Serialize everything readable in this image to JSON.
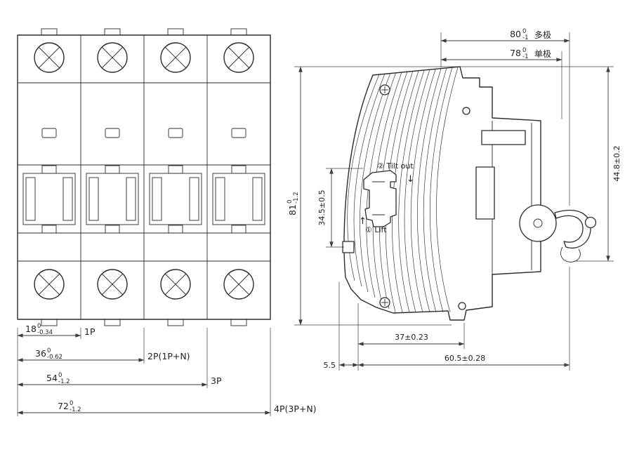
{
  "front_view": {
    "dims": [
      {
        "value": "18",
        "upper": "0",
        "lower": "-0.34",
        "label": "1P"
      },
      {
        "value": "36",
        "upper": "0",
        "lower": "-0.62",
        "label": "2P(1P+N)"
      },
      {
        "value": "54",
        "upper": "0",
        "lower": "-1.2",
        "label": "3P"
      },
      {
        "value": "72",
        "upper": "0",
        "lower": "-1.2",
        "label": "4P(3P+N)"
      }
    ]
  },
  "side_view": {
    "top_dims": [
      {
        "value": "80",
        "upper": "0",
        "lower": "-1",
        "label": "多极"
      },
      {
        "value": "78",
        "upper": "0",
        "lower": "-1",
        "label": "单极"
      }
    ],
    "height_dim": {
      "value": "81",
      "upper": "0",
      "lower": "-1.2"
    },
    "handle_dim": "34.5±0.5",
    "depth_dim": "44.8±0.2",
    "base_dim": "37±0.23",
    "lip_dim": "5.5",
    "overall_base_dim": "60.5±0.28",
    "annotations": {
      "tilt_out": "② Tilt out",
      "tilt_arrow": "↓",
      "lift": "① Lift",
      "lift_arrow": "↑"
    }
  },
  "colors": {
    "line": "#2b2b2b"
  }
}
